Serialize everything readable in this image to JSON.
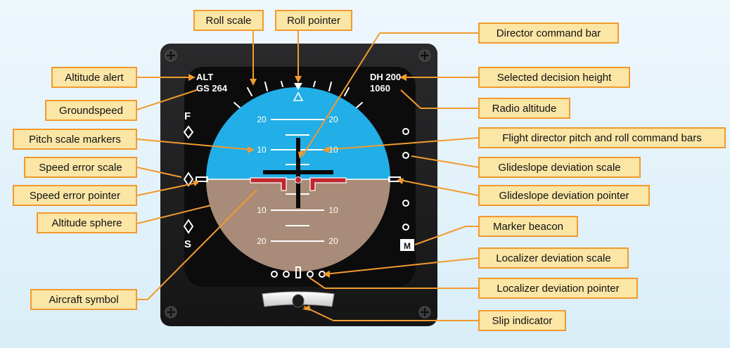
{
  "labels": {
    "roll_scale": "Roll scale",
    "roll_pointer": "Roll pointer",
    "director_command_bar": "Director command bar",
    "altitude_alert": "Altitude alert",
    "selected_decision_height": "Selected decision height",
    "groundspeed": "Groundspeed",
    "radio_altitude": "Radio altitude",
    "pitch_scale_markers": "Pitch scale markers",
    "fd_command_bars": "Flight director pitch and roll command bars",
    "speed_error_scale": "Speed error scale",
    "glideslope_deviation_scale": "Glideslope deviation scale",
    "speed_error_pointer": "Speed error pointer",
    "glideslope_deviation_pointer": "Glideslope deviation pointer",
    "altitude_sphere": "Altitude sphere",
    "marker_beacon": "Marker beacon",
    "localizer_deviation_scale": "Localizer deviation scale",
    "aircraft_symbol": "Aircraft symbol",
    "localizer_deviation_pointer": "Localizer deviation pointer",
    "slip_indicator": "Slip indicator"
  },
  "display": {
    "alt": "ALT",
    "gs": "GS 264",
    "dh": "DH 200",
    "radio_alt": "1060",
    "fast": "F",
    "slow": "S",
    "marker": "M",
    "pitch": {
      "p20": "20",
      "p10": "10",
      "m10": "10",
      "m20": "20"
    }
  },
  "colors": {
    "sky": "#22aee6",
    "ground": "#a88b78",
    "bezel": "#1e1e20",
    "label_fill": "#fbe6a6",
    "label_border": "#f29a2e",
    "leader": "#f29a2e",
    "aircraft_symbol": "#c0262c"
  }
}
